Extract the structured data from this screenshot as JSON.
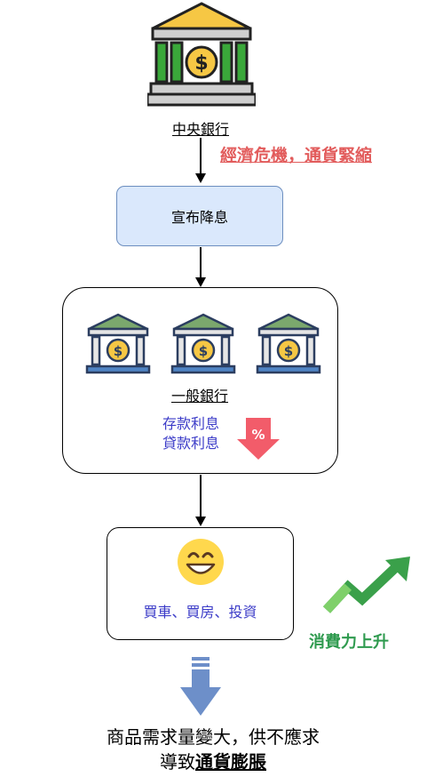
{
  "central_bank": {
    "label": "中央銀行"
  },
  "crisis_note": "經濟危機，通貨緊縮",
  "announce_box": {
    "label": "宣布降息"
  },
  "general_bank": {
    "label": "一般銀行",
    "rates": [
      "存款利息",
      "貸款利息"
    ],
    "percent_symbol": "%"
  },
  "consumer_box": {
    "text": "買車、買房、投資"
  },
  "consumption_note": "消費力上升",
  "conclusion": {
    "line1": "商品需求量變大，供不應求",
    "line2_prefix": "導致",
    "line2_bold": "通貨膨脹"
  },
  "colors": {
    "blue_box_fill": "#dae8fc",
    "blue_box_border": "#6c8ebf",
    "crisis_red": "#e25c5c",
    "rate_blue": "#3c3cc8",
    "growth_green": "#2e9a4e",
    "down_arrow_blue": "#6d8fc9"
  },
  "icons": [
    "bank-icon",
    "dollar-coin-icon",
    "down-percent-arrow-icon",
    "smile-emoji-icon",
    "growth-arrow-icon",
    "down-arrow-icon"
  ]
}
